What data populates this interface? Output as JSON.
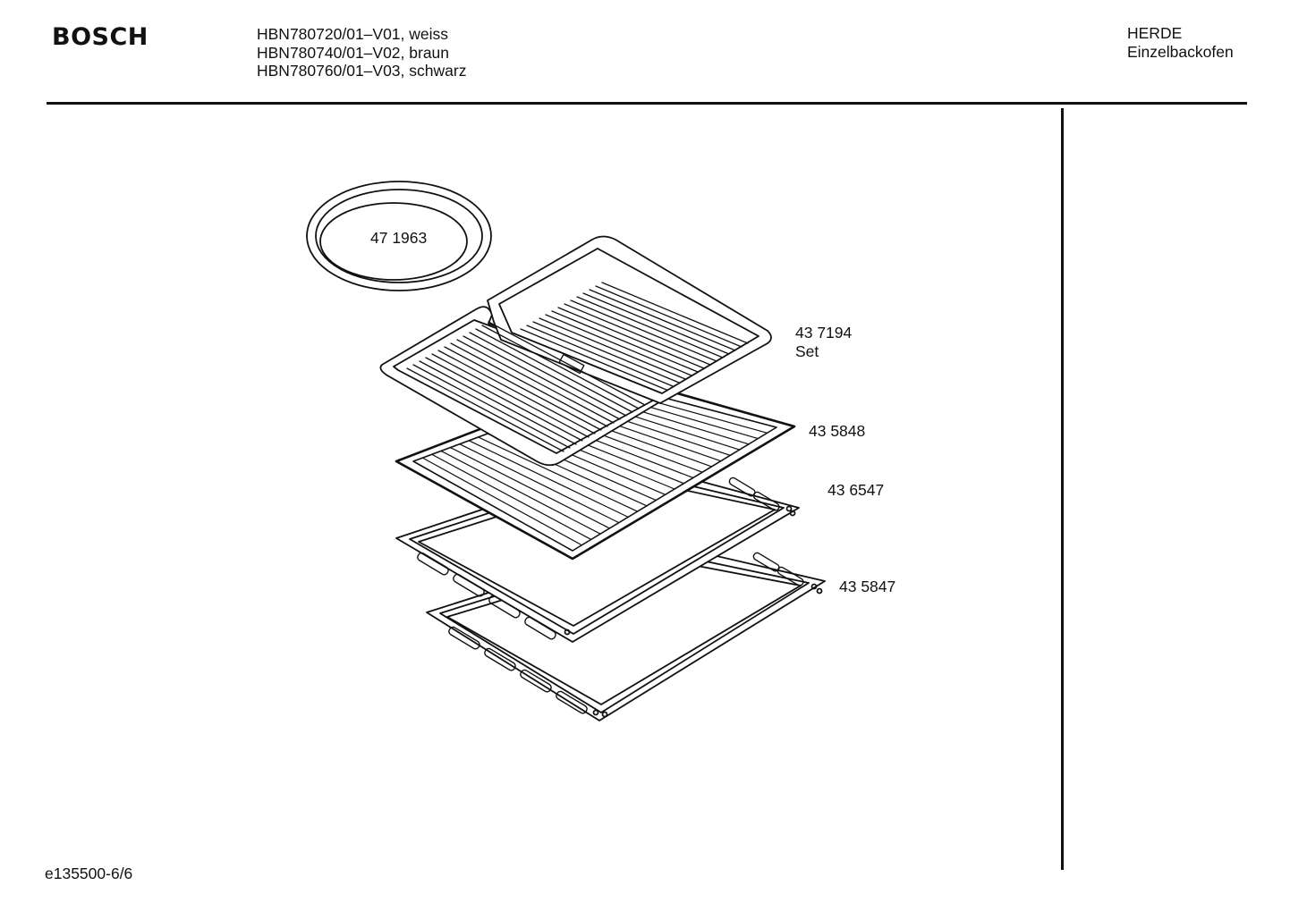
{
  "header": {
    "brand": "BOSCH",
    "models": [
      "HBN780720/01–V01, weiss",
      "HBN780740/01–V02, braun",
      "HBN780760/01–V03, schwarz"
    ],
    "category": "HERDE",
    "subcategory": "Einzelbackofen"
  },
  "parts": [
    {
      "number": "47 1963"
    },
    {
      "number": "43 7194",
      "note": "Set"
    },
    {
      "number": "43 5848"
    },
    {
      "number": "43 6547"
    },
    {
      "number": "43 5847"
    }
  ],
  "footer": {
    "document_code": "e135500-6/6"
  }
}
